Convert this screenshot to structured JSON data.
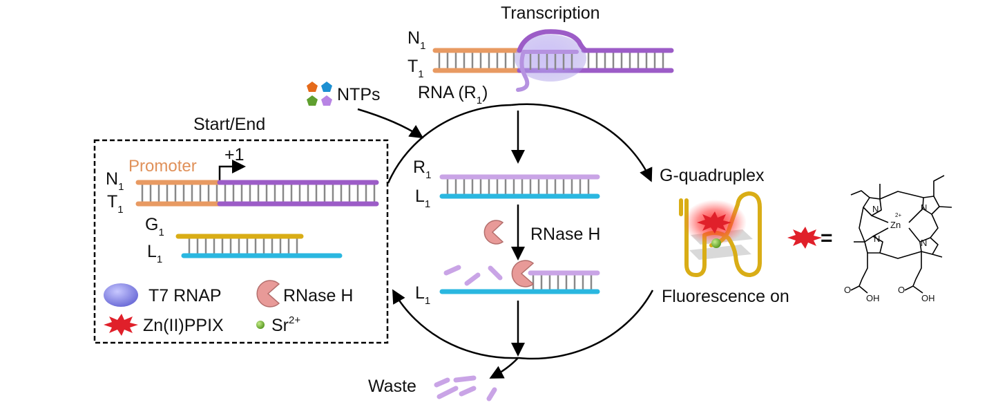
{
  "labels": {
    "transcription": "Transcription",
    "n1": "N",
    "t1": "T",
    "r1": "R",
    "l1": "L",
    "g1": "G",
    "sub_1": "1",
    "rna_prefix": "RNA (R",
    "rna_suffix": ")",
    "ntps": "NTPs",
    "start_end": "Start/End",
    "promoter": "Promoter",
    "plus_one": "+1",
    "rnase_h_step": "RNase H",
    "g_quadruplex": "G-quadruplex",
    "fluorescence_on": "Fluorescence on",
    "waste": "Waste",
    "equals": "="
  },
  "legend": {
    "t7": "T7 RNAP",
    "rnase": "RNase H",
    "znppix": "Zn(II)PPIX",
    "sr_base": "Sr",
    "sr_sup": "2+"
  },
  "molecule": {
    "n": "N",
    "zn": "Zn",
    "zn_charge": "2+",
    "o": "O",
    "oh": "OH"
  },
  "colors": {
    "orange": "#e89a62",
    "purple": "#9c5cc7",
    "light_purple": "#c9a4e6",
    "cyan": "#2ab7e0",
    "yellow": "#d9ad16",
    "gray_rung": "#888888",
    "pink": "#e89a98",
    "t7_blue": "#8a8ae6",
    "red": "#e0202a",
    "green": "#74b43c"
  },
  "icons": {
    "ntp_shapes": [
      "orange-pentagon",
      "blue-pentagon",
      "green-pentagon",
      "purple-pentagon"
    ],
    "arrow": "black-arrow"
  }
}
